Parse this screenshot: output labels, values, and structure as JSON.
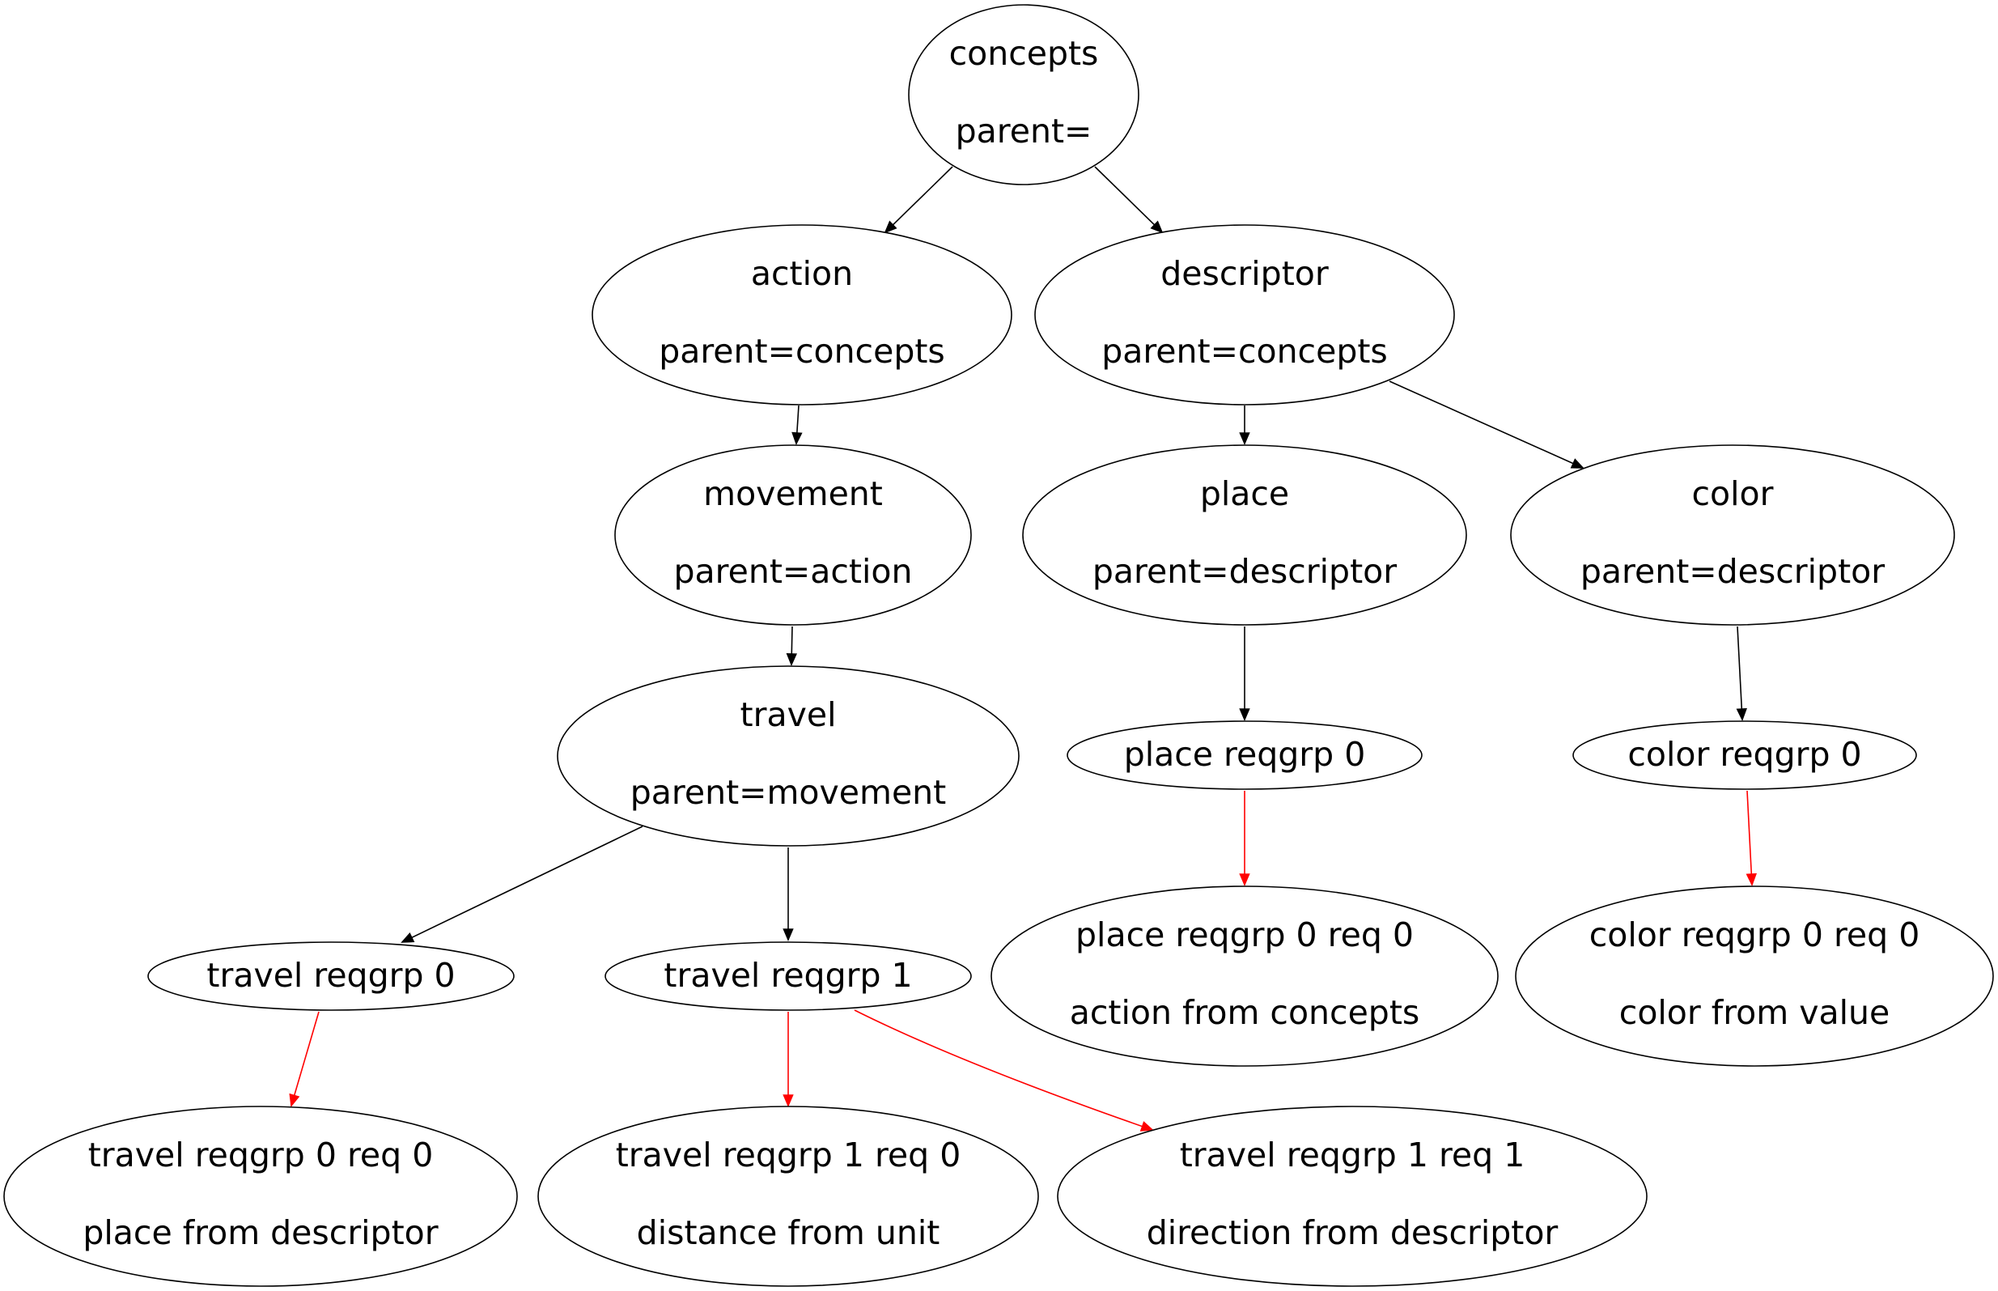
{
  "colors": {
    "background": "#ffffff",
    "node_stroke": "#000000",
    "text": "#000000",
    "hierarchy_edge": "#000000",
    "requirement_edge": "#ff0000"
  },
  "nodes": {
    "concepts": {
      "name": "concepts",
      "detail": "parent="
    },
    "action": {
      "name": "action",
      "detail": "parent=concepts"
    },
    "descriptor": {
      "name": "descriptor",
      "detail": "parent=concepts"
    },
    "movement": {
      "name": "movement",
      "detail": "parent=action"
    },
    "place": {
      "name": "place",
      "detail": "parent=descriptor"
    },
    "color": {
      "name": "color",
      "detail": "parent=descriptor"
    },
    "travel": {
      "name": "travel",
      "detail": "parent=movement"
    },
    "place_reqgrp_0": {
      "name": "place reqgrp 0"
    },
    "color_reqgrp_0": {
      "name": "color reqgrp 0"
    },
    "travel_reqgrp_0": {
      "name": "travel reqgrp 0"
    },
    "travel_reqgrp_1": {
      "name": "travel reqgrp 1"
    },
    "place_reqgrp_0_req_0": {
      "name": "place reqgrp 0 req 0",
      "detail": "action from concepts"
    },
    "color_reqgrp_0_req_0": {
      "name": "color reqgrp 0 req 0",
      "detail": "color from value"
    },
    "travel_reqgrp_0_req_0": {
      "name": "travel reqgrp 0 req 0",
      "detail": "place from descriptor"
    },
    "travel_reqgrp_1_req_0": {
      "name": "travel reqgrp 1 req 0",
      "detail": "distance from unit"
    },
    "travel_reqgrp_1_req_1": {
      "name": "travel reqgrp 1 req 1",
      "detail": "direction from descriptor"
    }
  },
  "edges": [
    {
      "from": "concepts",
      "to": "action",
      "kind": "hierarchy"
    },
    {
      "from": "concepts",
      "to": "descriptor",
      "kind": "hierarchy"
    },
    {
      "from": "action",
      "to": "movement",
      "kind": "hierarchy"
    },
    {
      "from": "descriptor",
      "to": "place",
      "kind": "hierarchy"
    },
    {
      "from": "descriptor",
      "to": "color",
      "kind": "hierarchy"
    },
    {
      "from": "movement",
      "to": "travel",
      "kind": "hierarchy"
    },
    {
      "from": "place",
      "to": "place_reqgrp_0",
      "kind": "hierarchy"
    },
    {
      "from": "color",
      "to": "color_reqgrp_0",
      "kind": "hierarchy"
    },
    {
      "from": "travel",
      "to": "travel_reqgrp_0",
      "kind": "hierarchy"
    },
    {
      "from": "travel",
      "to": "travel_reqgrp_1",
      "kind": "hierarchy"
    },
    {
      "from": "place_reqgrp_0",
      "to": "place_reqgrp_0_req_0",
      "kind": "requirement"
    },
    {
      "from": "color_reqgrp_0",
      "to": "color_reqgrp_0_req_0",
      "kind": "requirement"
    },
    {
      "from": "travel_reqgrp_0",
      "to": "travel_reqgrp_0_req_0",
      "kind": "requirement"
    },
    {
      "from": "travel_reqgrp_1",
      "to": "travel_reqgrp_1_req_0",
      "kind": "requirement"
    },
    {
      "from": "travel_reqgrp_1",
      "to": "travel_reqgrp_1_req_1",
      "kind": "requirement"
    }
  ]
}
